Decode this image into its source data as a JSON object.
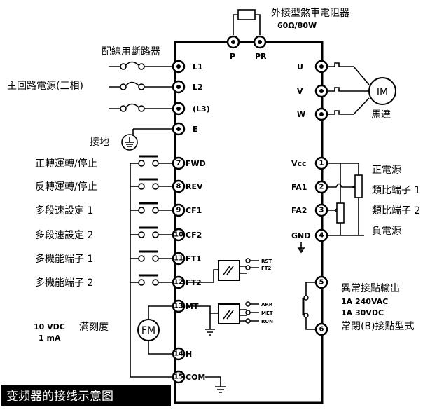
{
  "braking_resistor": {
    "title": "外接型煞車電阻器",
    "spec": "60Ω/80W",
    "terminal_p": "P",
    "terminal_pr": "PR"
  },
  "power_input": {
    "breaker_label": "配線用斷路器",
    "main_circuit_label": "主回路電源(三相)",
    "terminals": [
      "L1",
      "L2",
      "(L3)"
    ],
    "ground_terminal": "E",
    "ground_label": "接地"
  },
  "motor_output": {
    "terminals": [
      "U",
      "V",
      "W"
    ],
    "motor_symbol": "IM",
    "motor_label": "馬達"
  },
  "control_inputs": [
    {
      "label": "正轉運轉/停止",
      "num": "7",
      "terminal": "FWD"
    },
    {
      "label": "反轉運轉/停止",
      "num": "8",
      "terminal": "REV"
    },
    {
      "label": "多段速設定 1",
      "num": "9",
      "terminal": "CF1"
    },
    {
      "label": "多段速設定 2",
      "num": "10",
      "terminal": "CF2"
    },
    {
      "label": "多機能端子 1",
      "num": "11",
      "terminal": "FT1"
    },
    {
      "label": "多機能端子 2",
      "num": "12",
      "terminal": "FT2"
    }
  ],
  "optocoupler_inputs": [
    "RST",
    "FT2"
  ],
  "meter": {
    "num_mt": "13",
    "terminal_mt": "MT",
    "num_h": "14",
    "terminal_h": "H",
    "symbol": "FM",
    "spec_line1": "10 VDC",
    "spec_label": "滿刻度",
    "spec_line2": "1 mA",
    "outputs": [
      "ARR",
      "MET",
      "RUN"
    ]
  },
  "common": {
    "num": "15",
    "terminal": "COM"
  },
  "analog": [
    {
      "terminal": "Vcc",
      "num": "1",
      "label": "正電源"
    },
    {
      "terminal": "FA1",
      "num": "2",
      "label": "類比端子 1"
    },
    {
      "terminal": "FA2",
      "num": "3",
      "label": "類比端子 2"
    },
    {
      "terminal": "GND",
      "num": "4",
      "label": "負電源"
    }
  ],
  "fault_relay": {
    "num_a": "5",
    "num_b": "6",
    "title": "異常接點輸出",
    "rating1": "1A 240VAC",
    "rating2": "1A 30VDC",
    "type": "常閉(B)接點型式"
  },
  "caption": "变频器的接线示意图",
  "colors": {
    "line": "#000000",
    "background": "#ffffff",
    "caption_bg": "#000000",
    "caption_text": "#ffffff"
  }
}
